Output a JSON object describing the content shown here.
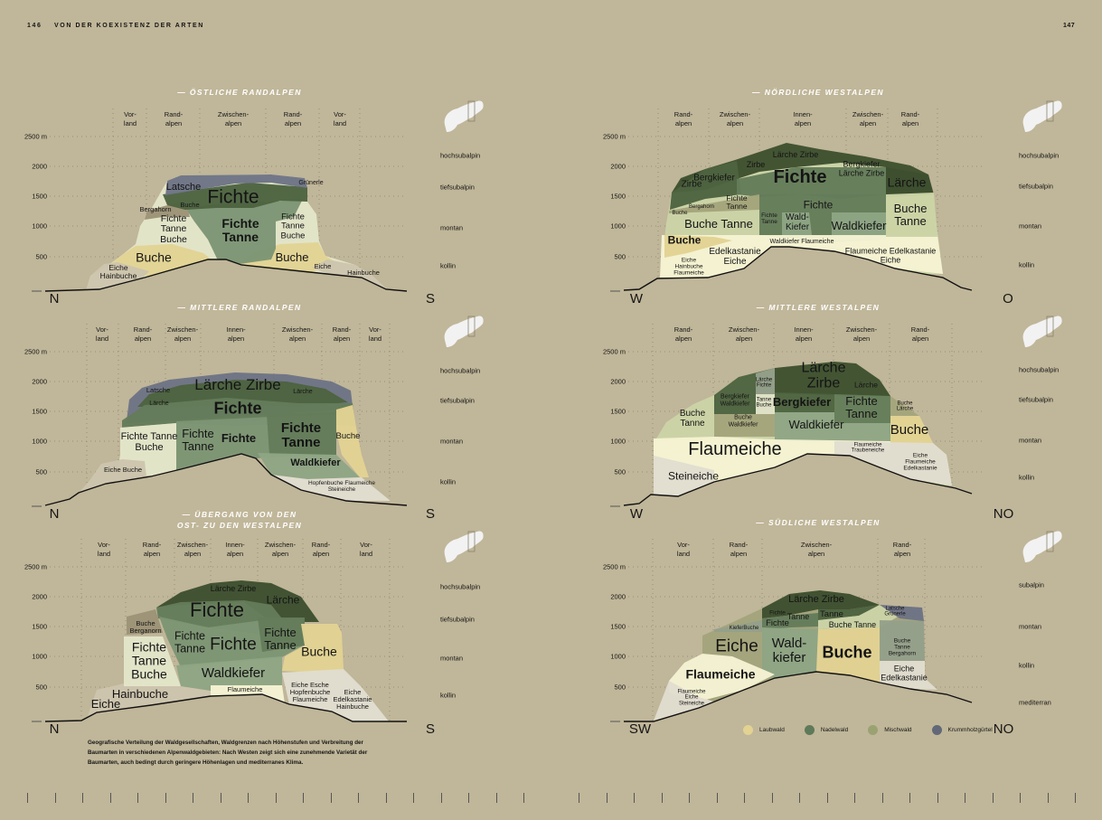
{
  "header": {
    "page_left": "146",
    "chapter": "VON DER KOEXISTENZ DER ARTEN",
    "page_right": "147"
  },
  "y_ticks": [
    "2500 m",
    "2000",
    "1500",
    "1000",
    "500"
  ],
  "panels": [
    {
      "title": "— ÖSTLICHE RANDALPEN",
      "columns": [
        "Vor-\nland",
        "Rand-\nalpen",
        "Zwischen-\nalpen",
        "Rand-\nalpen",
        "Vor-\nland"
      ],
      "zones": [
        "hochsubalpin",
        "tiefsubalpin",
        "montan",
        "kollin"
      ],
      "directions": [
        "N",
        "S"
      ],
      "labels": [
        "Latsche",
        "Fichte",
        "Grünerle",
        "Bergahorn",
        "Buche",
        "Fichte\nTanne\nBuche",
        "Fichte\nTanne",
        "Fichte\nTanne\nBuche",
        "Buche",
        "Buche",
        "Eiche\nHainbuche",
        "Eiche",
        "Hainbuche"
      ]
    },
    {
      "title": "— MITTLERE RANDALPEN",
      "columns": [
        "Vor-\nland",
        "Rand-\nalpen",
        "Zwischen-\nalpen",
        "Innen-\nalpen",
        "Zwischen-\nalpen",
        "Rand-\nalpen",
        "Vor-\nland"
      ],
      "zones": [
        "hochsubalpin",
        "tiefsubalpin",
        "montan",
        "kollin"
      ],
      "directions": [
        "N",
        "S"
      ],
      "labels": [
        "Lärche Zirbe",
        "Latsche",
        "Lärche",
        "Lärche",
        "Fichte",
        "Fichte Tanne\nBuche",
        "Fichte\nTanne",
        "Fichte",
        "Fichte\nTanne",
        "Buche",
        "Waldkiefer",
        "Eiche Buche",
        "Hopfenbuche Flaumeiche\nSteineiche"
      ]
    },
    {
      "title": "— ÜBERGANG VON DEN\nOST- ZU DEN WESTALPEN",
      "columns": [
        "Vor-\nland",
        "Rand-\nalpen",
        "Zwischen-\nalpen",
        "Innen-\nalpen",
        "Zwischen-\nalpen",
        "Rand-\nalpen",
        "Vor-\nland"
      ],
      "zones": [
        "hochsubalpin",
        "tiefsubalpin",
        "montan",
        "kollin"
      ],
      "directions": [
        "N",
        "S"
      ],
      "labels": [
        "Lärche Zirbe",
        "Lärche",
        "Fichte",
        "Buche\nBerganorn",
        "Fichte\nTanne\nBuche",
        "Fichte\nTanne",
        "Fichte",
        "Fichte\nTanne",
        "Buche",
        "Waldkiefer",
        "Flaumeiche",
        "Eiche Esche\nHopfenbuche\nFlaumeiche",
        "Eiche\nEdelkastanie\nHainbuche",
        "Hainbuche",
        "Eiche"
      ]
    },
    {
      "title": "— NÖRDLICHE WESTALPEN",
      "columns": [
        "Rand-\nalpen",
        "Zwischen-\nalpen",
        "Innen-\nalpen",
        "Zwischen-\nalpen",
        "Rand-\nalpen"
      ],
      "zones": [
        "hochsubalpin",
        "tiefsubalpin",
        "montan",
        "kollin"
      ],
      "directions": [
        "W",
        "O"
      ],
      "labels": [
        "Lärche Zirbe",
        "Zirbe",
        "Bergkiefer",
        "Zirbe",
        "Fichte",
        "Bergkiefer\nLärche Zirbe",
        "Lärche",
        "Fichte\nTanne",
        "Bergahorn",
        "Buche",
        "Buche Tanne",
        "Fichte\nTanne",
        "Wald-\nKiefer",
        "Fichte",
        "Waldkiefer",
        "Buche\nTanne",
        "Buche",
        "Waldkiefer Flaumeiche",
        "Edelkastanie\nEiche",
        "Flaumeiche Edelkastanie\nEiche",
        "Eiche\nHainbuche\nFlaumeiche"
      ]
    },
    {
      "title": "— MITTLERE WESTALPEN",
      "columns": [
        "Rand-\nalpen",
        "Zwischen-\nalpen",
        "Innen-\nalpen",
        "Zwischen-\nalpen",
        "Rand-\nalpen"
      ],
      "zones": [
        "hochsubalpin",
        "tiefsubalpin",
        "montan",
        "kollin"
      ],
      "directions": [
        "W",
        "NO"
      ],
      "labels": [
        "Lärche\nZirbe",
        "Lärche",
        "Lärche\nFichte",
        "Bergkiefer\nWaldkiefer",
        "Tanne\nBuche",
        "Bergkiefer",
        "Fichte\nTanne",
        "Buche\nLärche",
        "Buche\nTanne",
        "Buche\nWaldkiefer",
        "Waldkiefer",
        "Buche",
        "Flaumeiche",
        "Flaumeiche\nTraubeneiche",
        "Eiche\nFlaumeiche\nEdelkastanie",
        "Steineiche"
      ]
    },
    {
      "title": "— SÜDLICHE WESTALPEN",
      "columns": [
        "Vor-\nland",
        "Rand-\nalpen",
        "Zwischen-\nalpen",
        "Rand-\nalpen"
      ],
      "zones": [
        "subalpin",
        "montan",
        "kollin",
        "mediterran"
      ],
      "directions": [
        "SW",
        "NO"
      ],
      "labels": [
        "Lärche Zirbe",
        "Fichte",
        "Tanne",
        "Fichte",
        "Tanne",
        "Latsche\nGrünerle",
        "Buche Tanne",
        "KieferBuche",
        "Eiche",
        "Wald-\nkiefer",
        "Buche",
        "Buche\nTanne\nBergahorn",
        "Eiche\nEdelkastanie",
        "Flaumeiche",
        "Flaumeiche\nEiche\nSteineiche"
      ]
    }
  ],
  "caption": "Geografische Verteilung der Waldgesellschaften, Waldgrenzen nach Höhenstufen und Verbreitung der Baumarten in verschiedenen Alpenwaldgebieten: Nach Westen zeigt sich eine zunehmende Varietät der Baumarten, auch bedingt durch geringere Höhenlagen und mediterranes Klima.",
  "legend": [
    {
      "label": "Laubwald",
      "color": "#e2d393"
    },
    {
      "label": "Nadelwald",
      "color": "#5e7a58"
    },
    {
      "label": "Mischwald",
      "color": "#9aa272"
    },
    {
      "label": "Krummholzgürtel",
      "color": "#626877"
    }
  ]
}
